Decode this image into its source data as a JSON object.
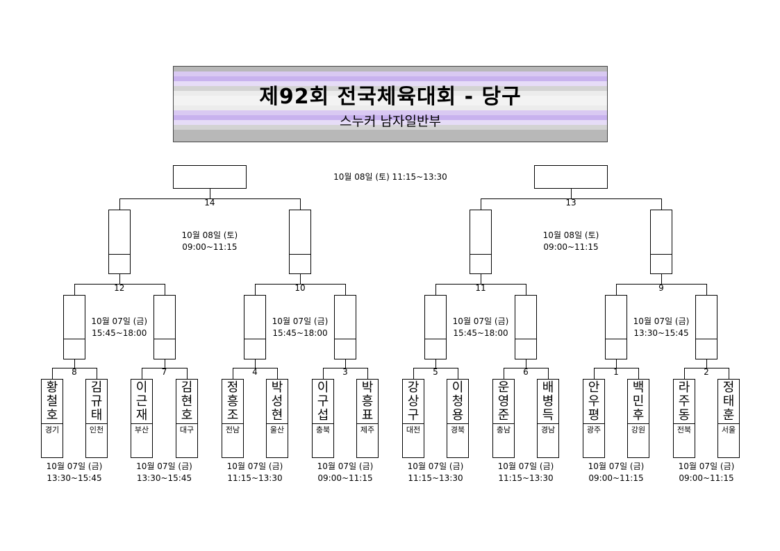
{
  "header": {
    "title": "제92회 전국체육대회 - 당구",
    "subtitle": "스누커 남자일반부"
  },
  "players": [
    {
      "name": "황철호",
      "region": "경기"
    },
    {
      "name": "김규태",
      "region": "인천"
    },
    {
      "name": "이근재",
      "region": "부산"
    },
    {
      "name": "김현호",
      "region": "대구"
    },
    {
      "name": "정흥조",
      "region": "전남"
    },
    {
      "name": "박성현",
      "region": "울산"
    },
    {
      "name": "이구섭",
      "region": "충북"
    },
    {
      "name": "박흥표",
      "region": "제주"
    },
    {
      "name": "강상구",
      "region": "대전"
    },
    {
      "name": "이청용",
      "region": "경북"
    },
    {
      "name": "운영준",
      "region": "충남"
    },
    {
      "name": "배병득",
      "region": "경남"
    },
    {
      "name": "안우평",
      "region": "광주"
    },
    {
      "name": "백민후",
      "region": "강원"
    },
    {
      "name": "라주동",
      "region": "전북"
    },
    {
      "name": "정태훈",
      "region": "서울"
    }
  ],
  "matches": {
    "r1": [
      "8",
      "7",
      "4",
      "3",
      "5",
      "6",
      "1",
      "2"
    ],
    "r2": [
      "12",
      "10",
      "11",
      "9"
    ],
    "r3": [
      "14",
      "13"
    ]
  },
  "schedules": {
    "r1": [
      {
        "date": "10월 07일 (금)",
        "time": "13:30~15:45"
      },
      {
        "date": "10월 07일 (금)",
        "time": "13:30~15:45"
      },
      {
        "date": "10월 07일 (금)",
        "time": "11:15~13:30"
      },
      {
        "date": "10월 07일 (금)",
        "time": "09:00~11:15"
      },
      {
        "date": "10월 07일 (금)",
        "time": "11:15~13:30"
      },
      {
        "date": "10월 07일 (금)",
        "time": "11:15~13:30"
      },
      {
        "date": "10월 07일 (금)",
        "time": "09:00~11:15"
      },
      {
        "date": "10월 07일 (금)",
        "time": "09:00~11:15"
      }
    ],
    "r2": [
      {
        "date": "10월 07일 (금)",
        "time": "15:45~18:00"
      },
      {
        "date": "10월 07일 (금)",
        "time": "15:45~18:00"
      },
      {
        "date": "10월 07일 (금)",
        "time": "15:45~18:00"
      },
      {
        "date": "10월 07일 (금)",
        "time": "13:30~15:45"
      }
    ],
    "r3": [
      {
        "date": "10월 08일 (토)",
        "time": "09:00~11:15"
      },
      {
        "date": "10월 08일 (토)",
        "time": "09:00~11:15"
      }
    ],
    "final": {
      "text": "10월 08일 (토) 11:15~13:30"
    }
  }
}
